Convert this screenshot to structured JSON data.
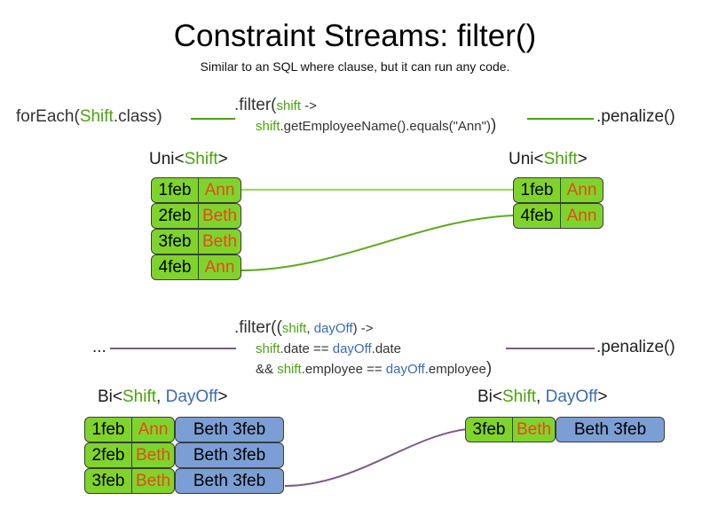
{
  "slide": {
    "title": "Constraint Streams: filter()",
    "subtitle": "Similar to an SQL where clause, but it can run any code."
  },
  "colors": {
    "green_accent": "#4aa310",
    "blue_accent": "#3a6bb5",
    "card_green": "#7fd42c",
    "card_blue": "#7b9fd4",
    "name_text": "#e8481c",
    "purple_link": "#7b5b86"
  },
  "uni_section": {
    "source_label": {
      "prefix": "forEach(",
      "type": "Shift",
      "suffix": ".class)"
    },
    "filter_code": {
      "line1_prefix": ".filter(",
      "line1_param": "shift",
      "line1_suffix": " ->",
      "line2_var": "shift",
      "line2_rest": ".getEmployeeName().equals(\"Ann\")",
      "line2_close": ")"
    },
    "penalize_label": ".penalize()",
    "input_header": {
      "prefix": "Uni<",
      "type": "Shift",
      "suffix": ">"
    },
    "output_header": {
      "prefix": "Uni<",
      "type": "Shift",
      "suffix": ">"
    },
    "input_rows": [
      {
        "date": "1feb",
        "name": "Ann"
      },
      {
        "date": "2feb",
        "name": "Beth"
      },
      {
        "date": "3feb",
        "name": "Beth"
      },
      {
        "date": "4feb",
        "name": "Ann"
      }
    ],
    "output_rows": [
      {
        "date": "1feb",
        "name": "Ann"
      },
      {
        "date": "4feb",
        "name": "Ann"
      }
    ]
  },
  "bi_section": {
    "source_label": "...",
    "filter_code": {
      "line1_prefix": ".filter((",
      "line1_param1": "shift",
      "line1_comma": ", ",
      "line1_param2": "dayOff",
      "line1_suffix": ") ->",
      "line2_var1": "shift",
      "line2_mid": ".date == ",
      "line2_var2": "dayOff",
      "line2_end": ".date",
      "line3_amp": "&& ",
      "line3_var1": "shift",
      "line3_mid": ".employee == ",
      "line3_var2": "dayOff",
      "line3_end": ".employee",
      "line3_close": ")"
    },
    "penalize_label": ".penalize()",
    "input_header": {
      "prefix": "Bi<",
      "type1": "Shift",
      "comma": ", ",
      "type2": "DayOff",
      "suffix": ">"
    },
    "output_header": {
      "prefix": "Bi<",
      "type1": "Shift",
      "comma": ", ",
      "type2": "DayOff",
      "suffix": ">"
    },
    "input_rows": [
      {
        "date": "1feb",
        "name": "Ann",
        "pair": "Beth 3feb"
      },
      {
        "date": "2feb",
        "name": "Beth",
        "pair": "Beth 3feb"
      },
      {
        "date": "3feb",
        "name": "Beth",
        "pair": "Beth 3feb"
      }
    ],
    "output_rows": [
      {
        "date": "3feb",
        "name": "Beth",
        "pair": "Beth 3feb"
      }
    ]
  }
}
